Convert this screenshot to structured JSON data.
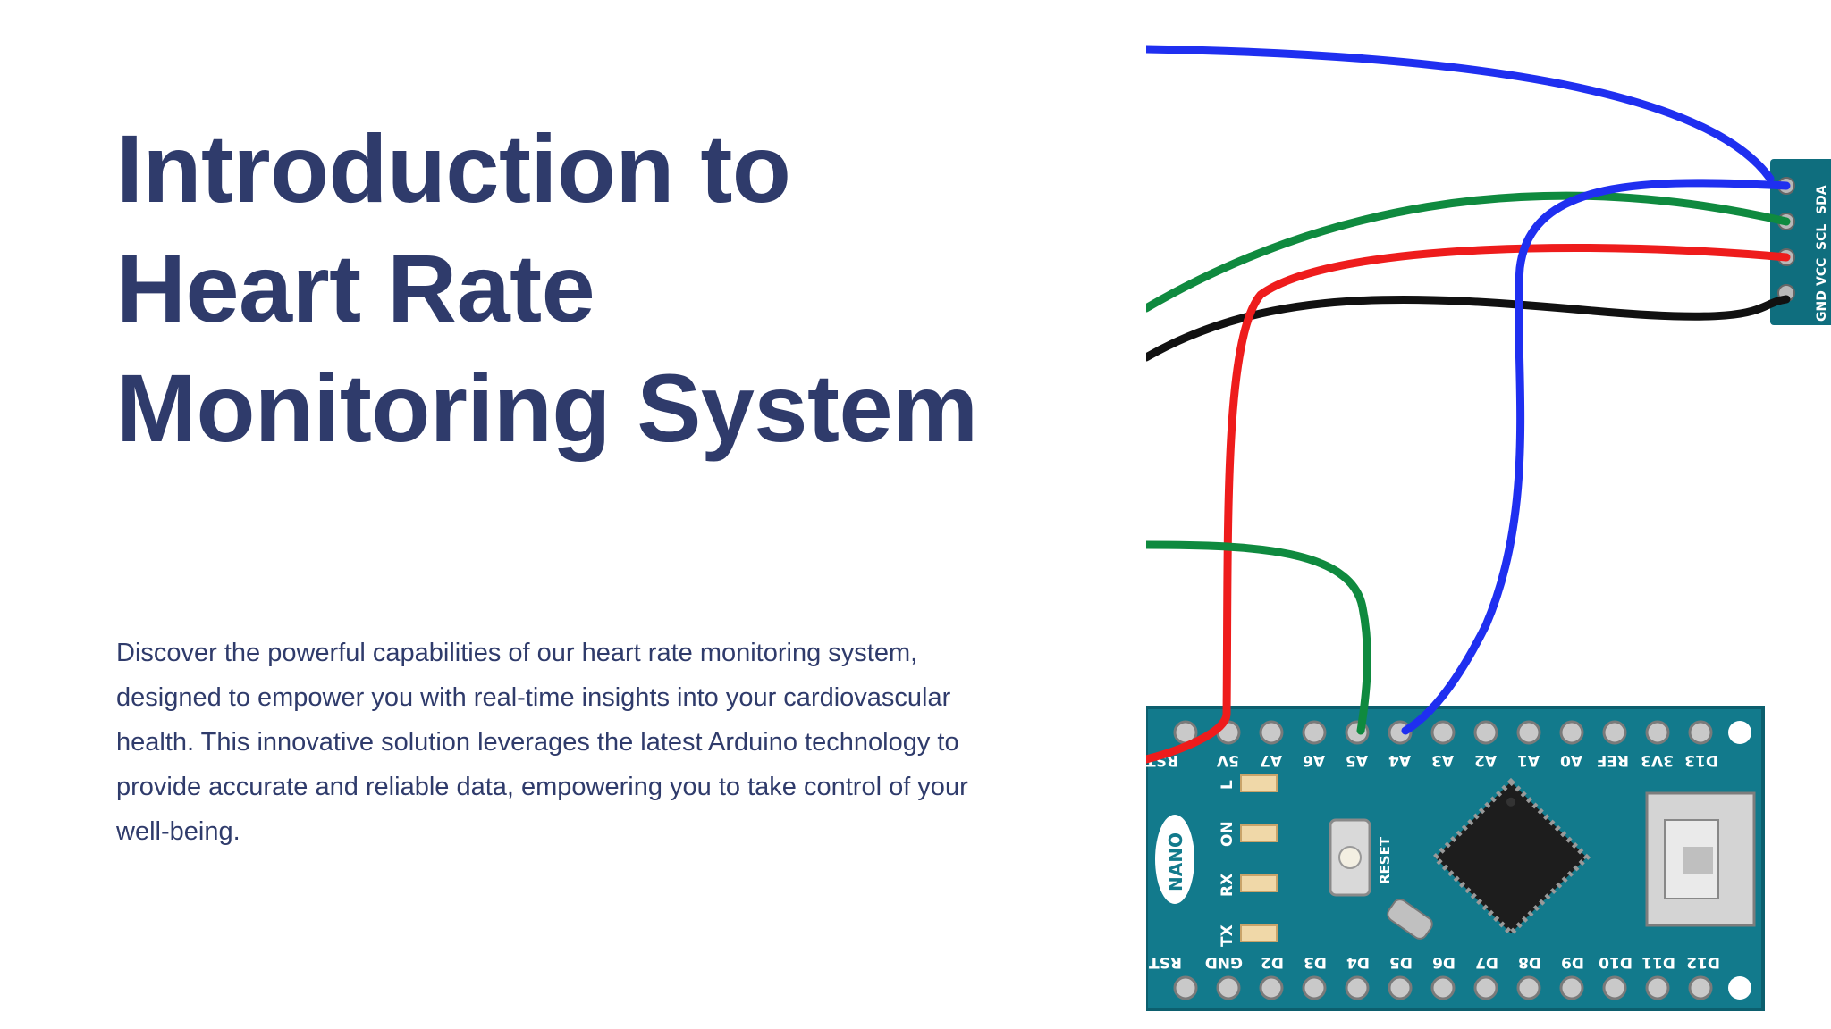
{
  "slide": {
    "title_lines": [
      "Introduction to",
      "Heart Rate",
      "Monitoring System"
    ],
    "description": "Discover the powerful capabilities of our heart rate monitoring system, designed to empower you with real-time insights into your cardiovascular health. This innovative solution leverages the latest Arduino technology to provide accurate and reliable data, empowering you to take control of your well-being."
  },
  "figure": {
    "board_label": "NANO",
    "reset_label": "RESET",
    "led_labels": [
      "L",
      "ON",
      "RX",
      "TX"
    ],
    "top_pins": [
      "RST",
      "5V",
      "A7",
      "A6",
      "A5",
      "A4",
      "A3",
      "A2",
      "A1",
      "A0",
      "REF",
      "3V3",
      "D13"
    ],
    "bottom_pins": [
      "RST",
      "GND",
      "D2",
      "D3",
      "D4",
      "D5",
      "D6",
      "D7",
      "D8",
      "D9",
      "D10",
      "D11",
      "D12"
    ],
    "sensor_pins": [
      "GND",
      "VCC",
      "SCL",
      "SDA"
    ],
    "colors": {
      "title": "#2f3b6b",
      "board": "#117a8b",
      "wire_blue": "#1f2ff0",
      "wire_green": "#0f8a3f",
      "wire_red": "#ee1c1c",
      "wire_black": "#111111"
    }
  }
}
